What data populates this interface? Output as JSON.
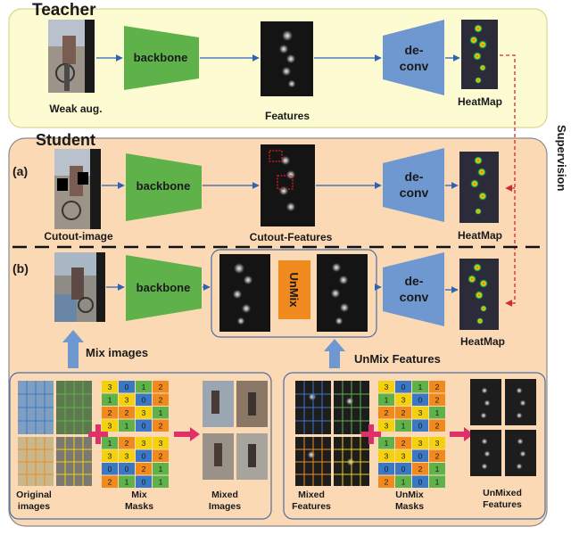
{
  "teacher": {
    "title": "Teacher",
    "input_caption": "Weak aug.",
    "backbone": "backbone",
    "features_caption": "Features",
    "deconv": [
      "de-",
      "conv"
    ],
    "heatmap_caption": "HeatMap"
  },
  "student": {
    "title": "Student",
    "row_a": {
      "tag": "(a)",
      "input_caption": "Cutout-image",
      "backbone": "backbone",
      "features_caption": "Cutout-Features",
      "deconv": [
        "de-",
        "conv"
      ],
      "heatmap_caption": "HeatMap"
    },
    "row_b": {
      "tag": "(b)",
      "backbone": "backbone",
      "unmix": "UnMix",
      "deconv": [
        "de-",
        "conv"
      ],
      "heatmap_caption": "HeatMap",
      "mix_arrow_caption": "Mix images",
      "unmix_arrow_caption": "UnMix Features"
    }
  },
  "supervision": "Supervision",
  "bottom_left": {
    "original_caption": [
      "Original",
      "images"
    ],
    "masks_caption": [
      "Mix",
      "Masks"
    ],
    "mixed_caption": [
      "Mixed",
      "Images"
    ],
    "mask_a": [
      "3",
      "0",
      "1",
      "2",
      "1",
      "3",
      "0",
      "2",
      "2",
      "2",
      "3",
      "1",
      "3",
      "1",
      "0",
      "2"
    ],
    "mask_b": [
      "1",
      "2",
      "3",
      "3",
      "3",
      "3",
      "0",
      "2",
      "0",
      "0",
      "2",
      "1",
      "2",
      "1",
      "0",
      "1"
    ]
  },
  "bottom_right": {
    "mixed_caption": [
      "Mixed",
      "Features"
    ],
    "masks_caption": [
      "UnMix",
      "Masks"
    ],
    "unmixed_caption": [
      "UnMixed",
      "Features"
    ],
    "mask_a": [
      "3",
      "0",
      "1",
      "2",
      "1",
      "3",
      "0",
      "2",
      "2",
      "2",
      "3",
      "1",
      "3",
      "1",
      "0",
      "2"
    ],
    "mask_b": [
      "1",
      "2",
      "3",
      "3",
      "3",
      "3",
      "0",
      "2",
      "0",
      "0",
      "2",
      "1",
      "2",
      "1",
      "0",
      "1"
    ]
  },
  "colors": {
    "teacher_bg": "#fdfbd2",
    "teacher_border": "#d9d690",
    "student_bg": "#fbd9b5",
    "student_border": "#8a8a8a",
    "backbone_fill": "#5fb24a",
    "deconv_fill": "#6e98cf",
    "unmix_fill": "#f08a1e",
    "arrow_blue": "#2d63b5",
    "arrow_red": "#d22a2a",
    "mask_blue": "#3b78c4",
    "mask_green": "#5fb24a",
    "mask_orange": "#f08a1e",
    "mask_yellow": "#f3d10f"
  }
}
